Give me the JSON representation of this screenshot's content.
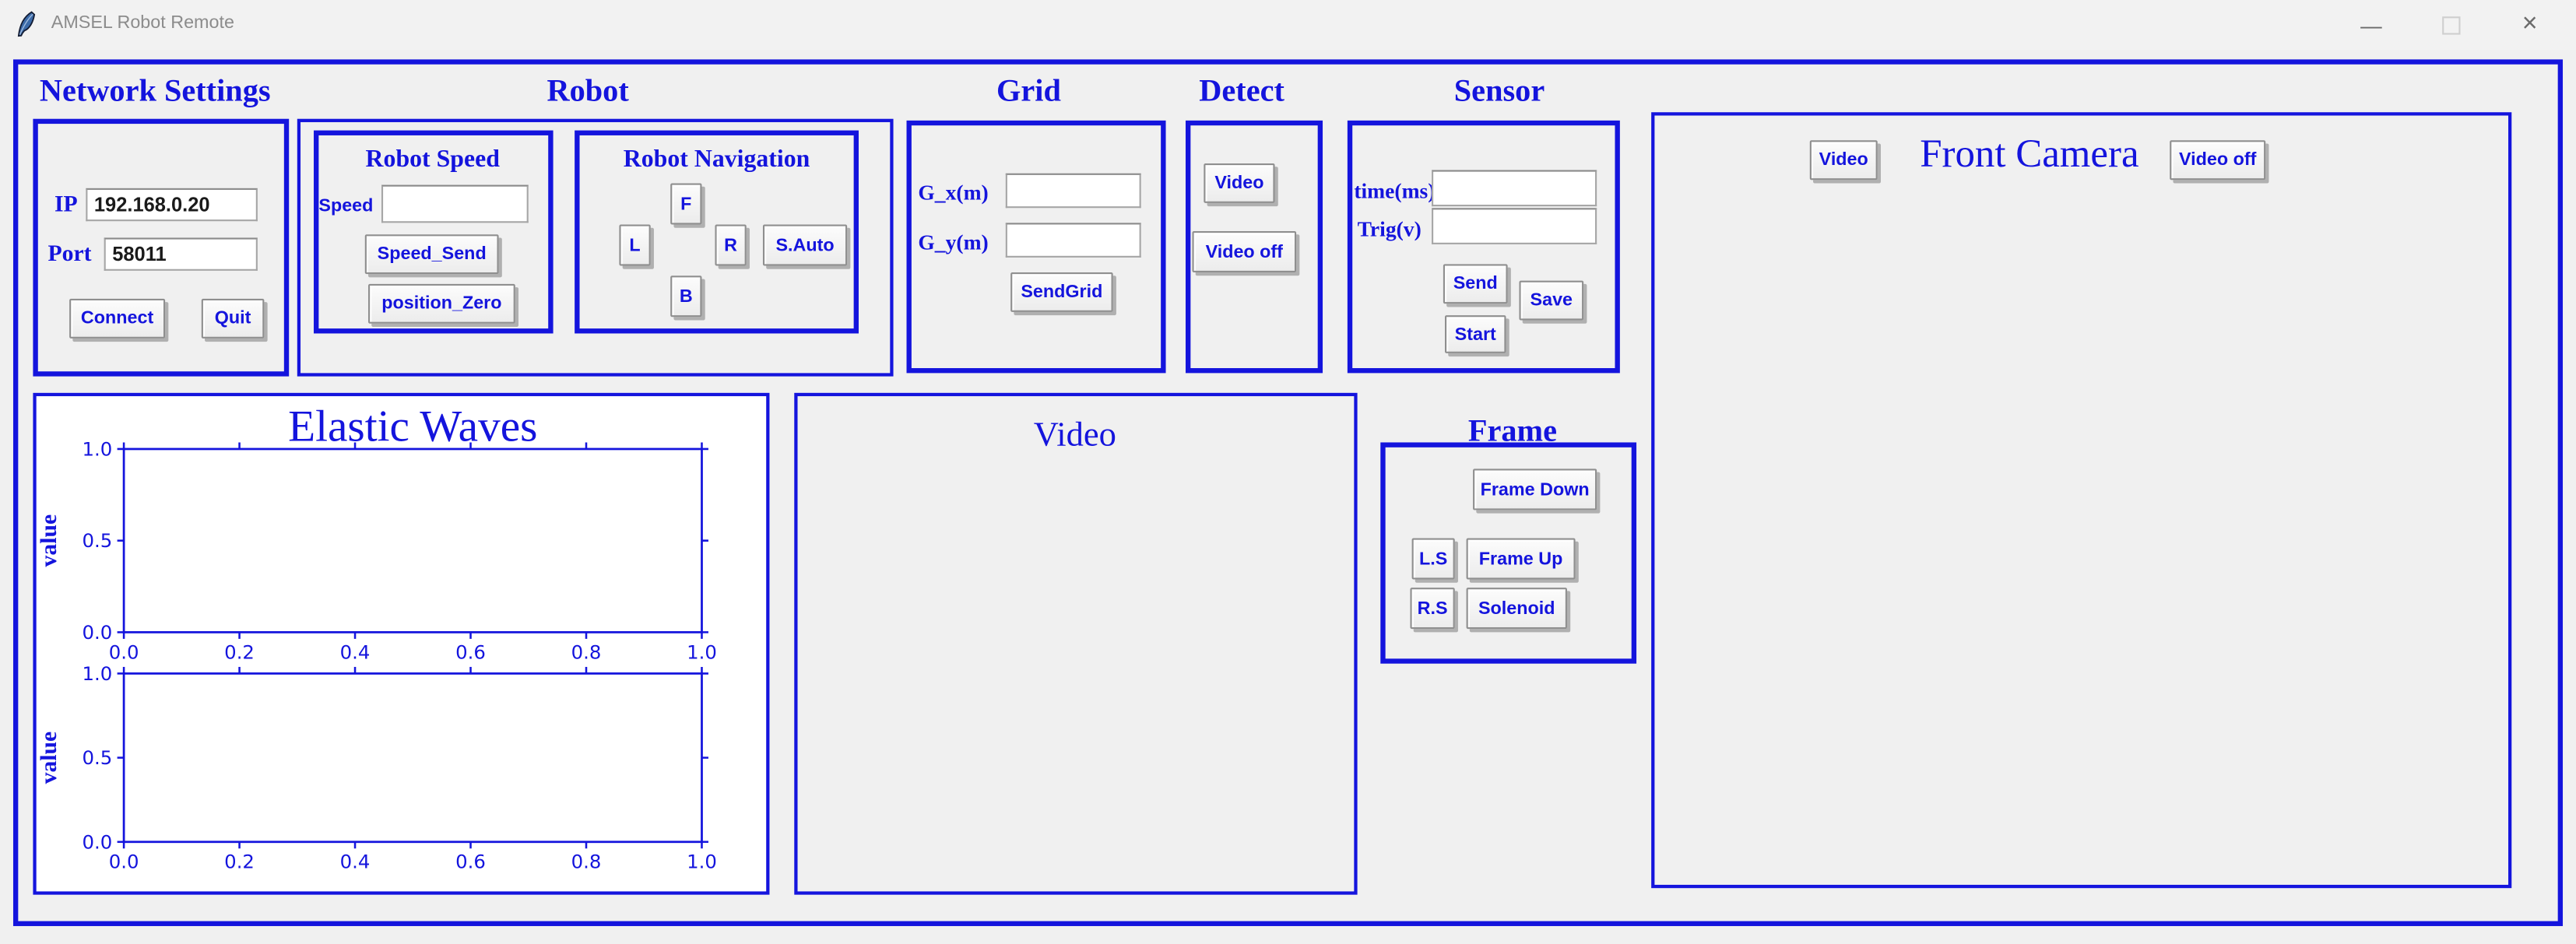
{
  "window": {
    "title": "AMSEL Robot Remote",
    "controls": {
      "minimize": "—",
      "close": "×"
    }
  },
  "network": {
    "title": "Network Settings",
    "ip_label": "IP",
    "ip_value": "192.168.0.20",
    "port_label": "Port",
    "port_value": "58011",
    "connect_label": "Connect",
    "quit_label": "Quit"
  },
  "robot": {
    "title": "Robot",
    "speed": {
      "title": "Robot Speed",
      "speed_label": "Speed",
      "speed_value": "",
      "send_label": "Speed_Send",
      "zero_label": "position_Zero"
    },
    "nav": {
      "title": "Robot Navigation",
      "forward": "F",
      "left": "L",
      "right": "R",
      "back": "B",
      "s_auto": "S.Auto"
    }
  },
  "grid": {
    "title": "Grid",
    "gx_label": "G_x(m)",
    "gx_value": "",
    "gy_label": "G_y(m)",
    "gy_value": "",
    "send_label": "SendGrid"
  },
  "detect": {
    "title": "Detect",
    "video_label": "Video",
    "video_off_label": "Video off"
  },
  "sensor": {
    "title": "Sensor",
    "time_label": "time(ms)",
    "time_value": "",
    "trig_label": "Trig(v)",
    "trig_value": "",
    "send_label": "Send",
    "save_label": "Save",
    "start_label": "Start"
  },
  "front_camera": {
    "title": "Front Camera",
    "video_label": "Video",
    "video_off_label": "Video off"
  },
  "video_panel": {
    "title": "Video"
  },
  "frame": {
    "title": "Frame",
    "down_label": "Frame Down",
    "ls_label": "L.S",
    "up_label": "Frame Up",
    "rs_label": "R.S",
    "solenoid_label": "Solenoid"
  },
  "chart_data": {
    "type": "line",
    "title": "Elastic Waves",
    "axis_color": "#1414dd",
    "legend": "none",
    "grid": false,
    "subplots": [
      {
        "ylabel": "value",
        "xlim": [
          0.0,
          1.0
        ],
        "ylim": [
          0.0,
          1.0
        ],
        "xticks": [
          0.0,
          0.2,
          0.4,
          0.6,
          0.8,
          1.0
        ],
        "yticks": [
          0.0,
          0.5,
          1.0
        ],
        "series": []
      },
      {
        "ylabel": "value",
        "xlim": [
          0.0,
          1.0
        ],
        "ylim": [
          0.0,
          1.0
        ],
        "xticks": [
          0.0,
          0.2,
          0.4,
          0.6,
          0.8,
          1.0
        ],
        "yticks": [
          0.0,
          0.5,
          1.0
        ],
        "series": []
      }
    ]
  },
  "colors": {
    "accent": "#1414dd",
    "window_bg": "#f0f0f0",
    "figure_bg": "#ffffff",
    "titlebar_text": "#8c8c8c",
    "entry_text": "#1a1a1a"
  }
}
